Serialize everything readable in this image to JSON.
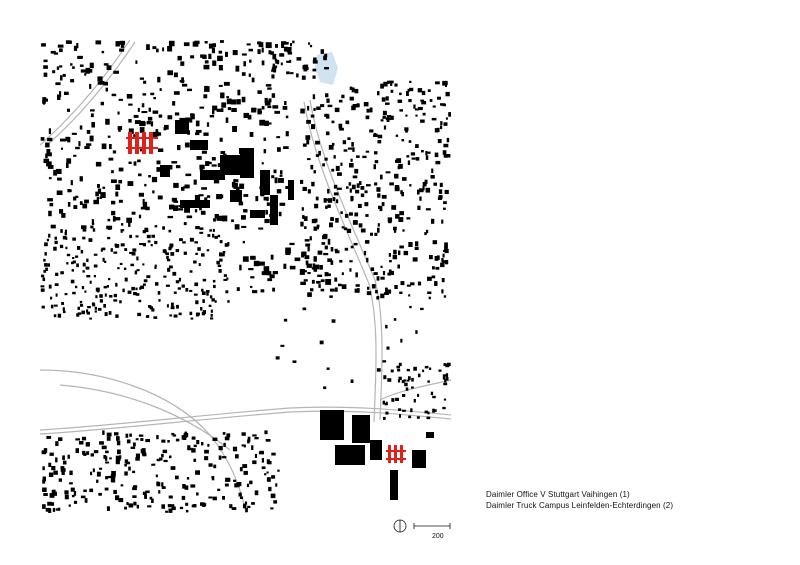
{
  "legend": {
    "item1": "Daimler Office V Stuttgart Vaihingen (1)",
    "item2": "Daimler Truck Campus Leinfelden-Echterdingen (2)"
  },
  "scale": {
    "label": "200"
  },
  "colors": {
    "building": "#000000",
    "highlight": "#e0201b",
    "water": "#cfe3f0",
    "road": "#b5b5b5",
    "background": "#ffffff"
  },
  "icons": {
    "north_arrow": "north-arrow-icon"
  }
}
